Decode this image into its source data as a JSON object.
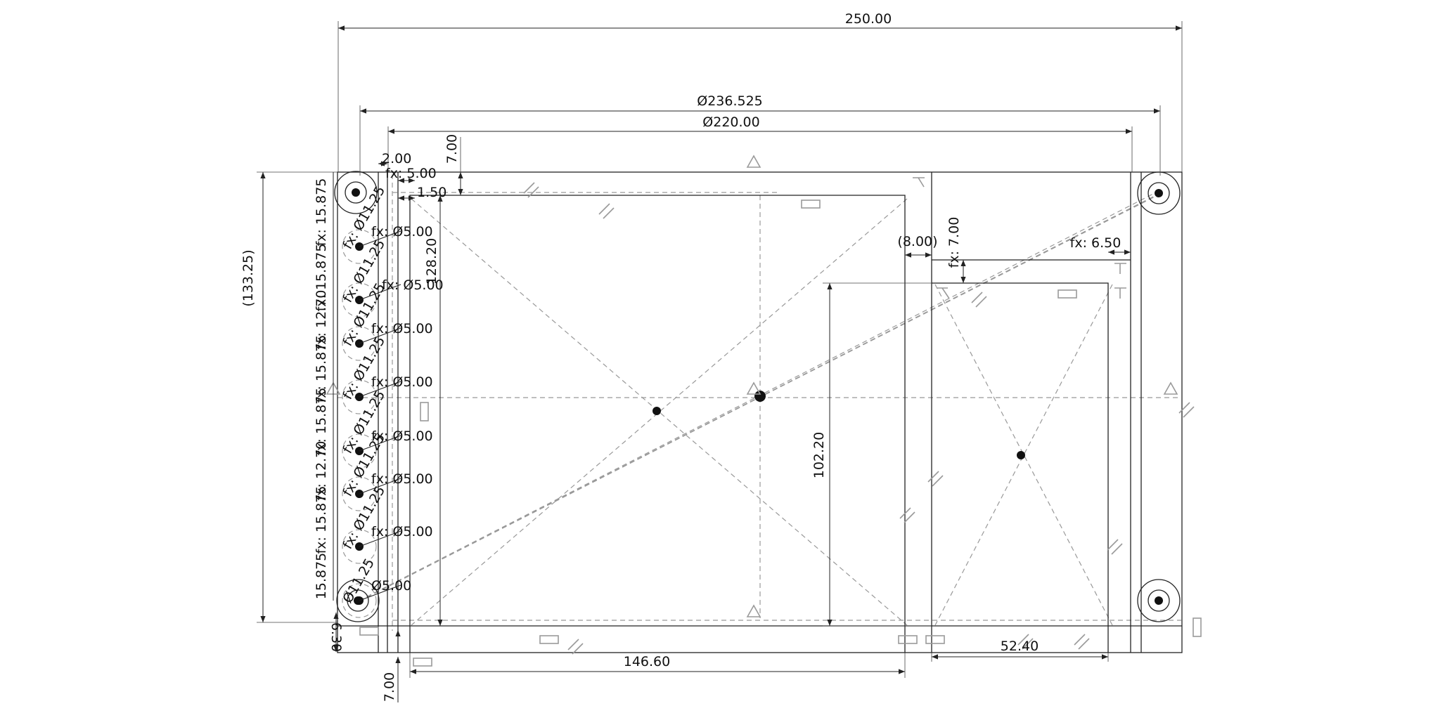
{
  "colors": {
    "background": "#ffffff",
    "geometry": "#222222",
    "construction": "#999999",
    "constraint_symbol": "#9a9a9a"
  },
  "dimensions": {
    "overall_width": "250.00",
    "outer_diameter": "Ø236.525",
    "inner_diameter": "Ø220.00",
    "overall_height": "(133.25)",
    "top_offset": "7.00",
    "left_gap": "2.00",
    "left_fx_small": "fx: 5.00",
    "left_inset": "1.50",
    "left_height": "128.20",
    "left_panel_width": "146.60",
    "bottom_offset": "7.00",
    "bottom_small": "6.30",
    "mid_gap": "(8.00)",
    "right_top_offset": "fx: 7.00",
    "right_inset": "fx: 6.50",
    "right_height": "102.20",
    "right_panel_width": "52.40",
    "pitch_labels": [
      "fx: 15.875",
      "fx: 15.875",
      "fx: 12.70",
      "fx: 15.875",
      "fx: 15.875",
      "fx: 12.70",
      "fx: 15.875",
      "15.875"
    ],
    "hole_diameter_labels": [
      "fx: Ø11.25",
      "fx: Ø11.25",
      "fx: Ø11.25",
      "fx: Ø11.25",
      "fx: Ø11.25",
      "fx: Ø11.25",
      "fx: Ø11.25",
      "Ø11.25"
    ],
    "pin_diameter_labels": [
      "fx: Ø5.00",
      "fx: Ø5.00",
      "fx: Ø5.00",
      "fx: Ø5.00",
      "fx: Ø5.00",
      "fx: Ø5.00",
      "fx: Ø5.00",
      "Ø5.00"
    ]
  }
}
